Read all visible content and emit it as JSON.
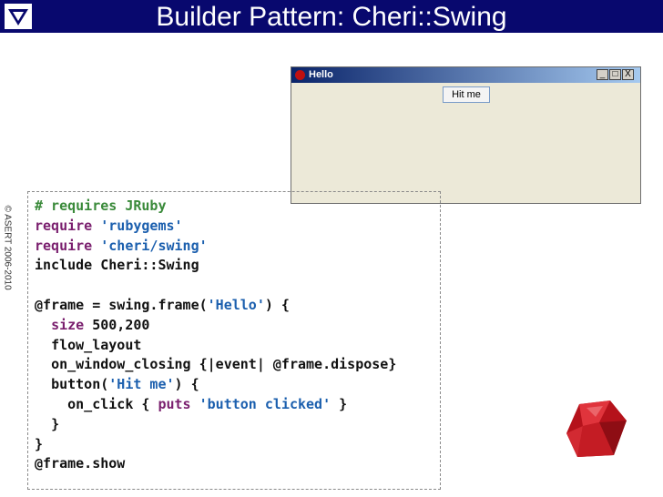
{
  "slide": {
    "title": "Builder Pattern: Cheri::Swing",
    "copyright": "© ASERT 2006-2010"
  },
  "window": {
    "title": "Hello",
    "button_label": "Hit me",
    "minimize_glyph": "_",
    "maximize_glyph": "□",
    "close_glyph": "X"
  },
  "code": {
    "line1_comment": "# requires JRuby",
    "line2_kw": "require",
    "line2_str": "'rubygems'",
    "line3_kw": "require",
    "line3_str": "'cheri/swing'",
    "line4": "include Cheri::Swing",
    "line6_a": "@frame = swing.frame(",
    "line6_str": "'Hello'",
    "line6_b": ") {",
    "line7_kw": "size",
    "line7_rest": " 500,200",
    "line8": "flow_layout",
    "line9": "on_window_closing {|event| @frame.dispose}",
    "line10_a": "button(",
    "line10_str": "'Hit me'",
    "line10_b": ") {",
    "line11_a": "on_click { ",
    "line11_kw": "puts",
    "line11_str": "'button clicked'",
    "line11_b": " }",
    "line12": "}",
    "line13": "}",
    "line14": "@frame.show"
  },
  "icons": {
    "logo": "asert-logo-icon",
    "app_icon": "ruby-app-icon",
    "ruby": "ruby-gem-icon"
  }
}
